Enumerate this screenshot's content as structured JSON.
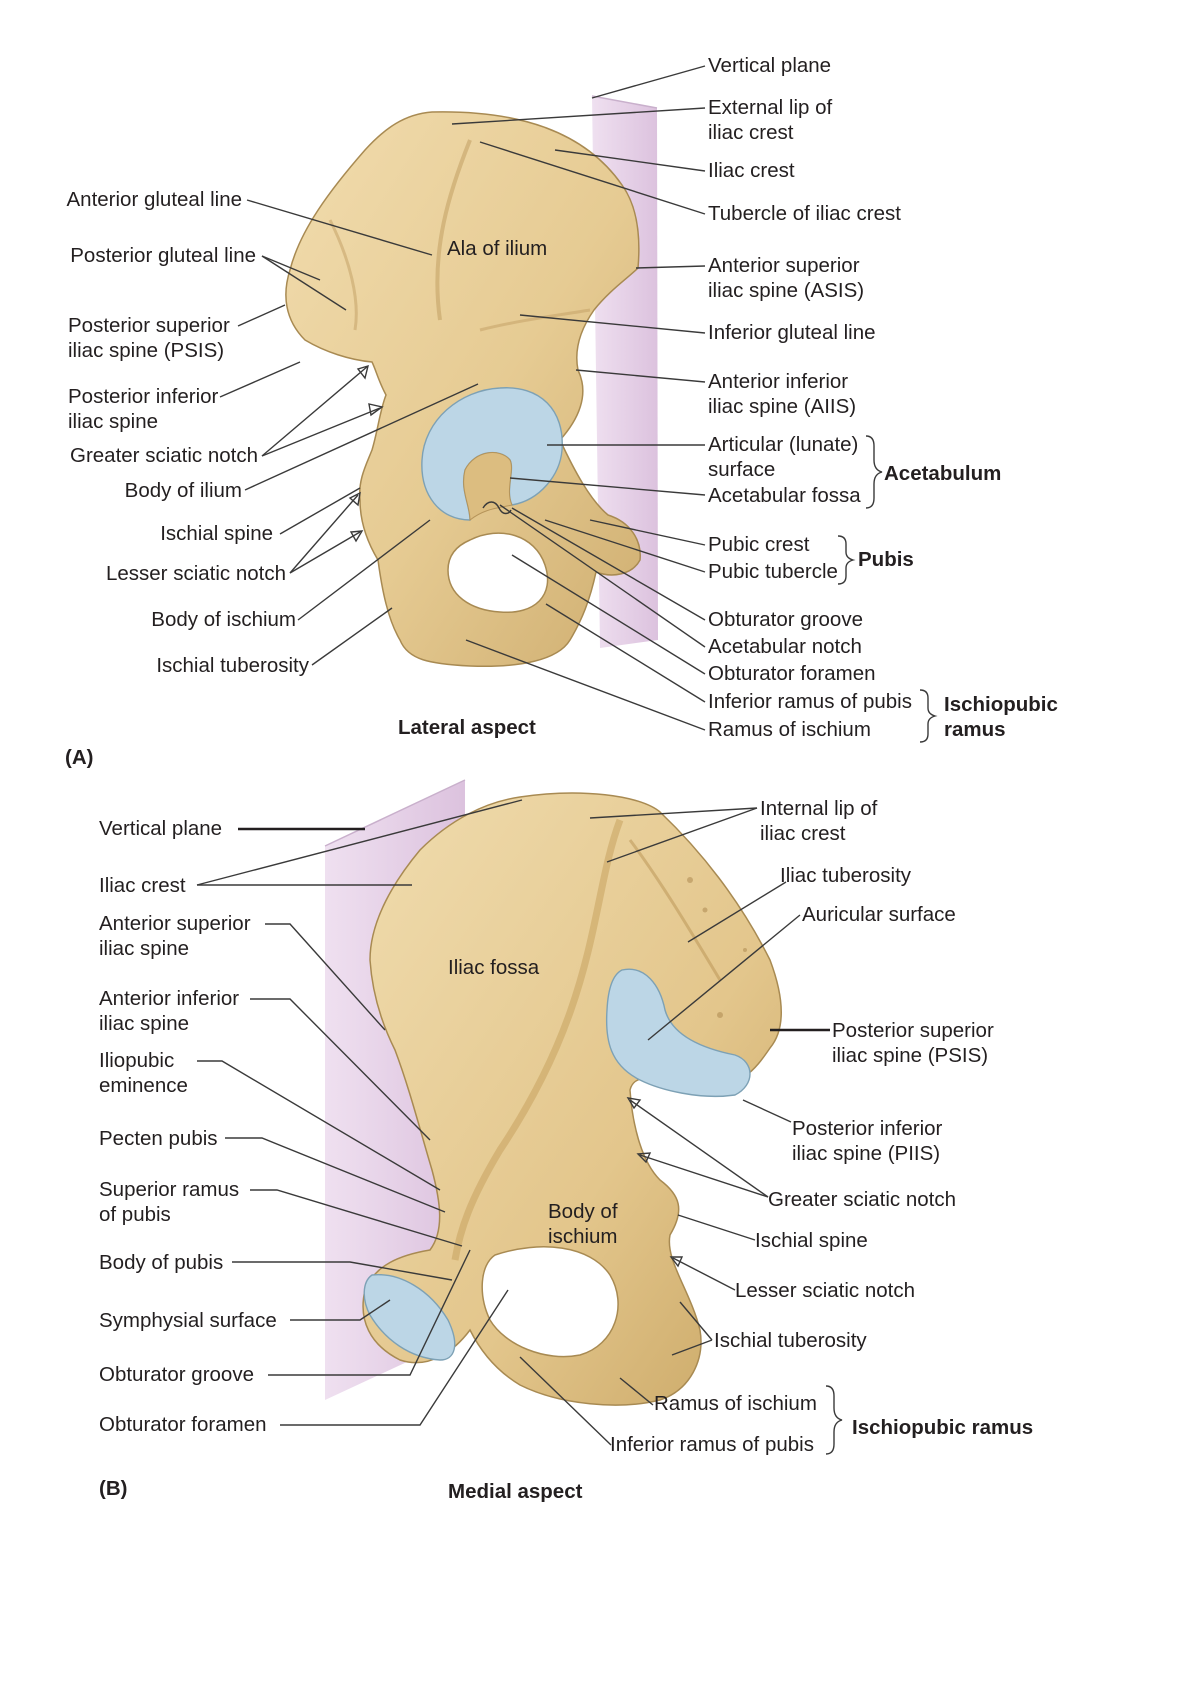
{
  "panel_a": {
    "letter": "(A)",
    "caption": "Lateral aspect",
    "inner_label": "Ala of ilium",
    "left_labels": [
      "Anterior gluteal line",
      "Posterior gluteal line",
      "Posterior superior\niliac spine (PSIS)",
      "Posterior inferior\niliac spine",
      "Greater sciatic notch",
      "Body of ilium",
      "Ischial spine",
      "Lesser sciatic notch",
      "Body of ischium",
      "Ischial tuberosity"
    ],
    "right_labels": [
      "Vertical plane",
      "External lip of\niliac crest",
      "Iliac crest",
      "Tubercle of iliac crest",
      "Anterior superior\niliac spine (ASIS)",
      "Inferior gluteal line",
      "Anterior inferior\niliac spine (AIIS)",
      "Articular (lunate)\nsurface",
      "Acetabular fossa",
      "Pubic crest",
      "Pubic tubercle",
      "Obturator groove",
      "Acetabular notch",
      "Obturator foramen",
      "Inferior ramus of pubis",
      "Ramus of ischium"
    ],
    "groups": [
      "Acetabulum",
      "Pubis",
      "Ischiopubic\nramus"
    ]
  },
  "panel_b": {
    "letter": "(B)",
    "caption": "Medial aspect",
    "inner_labels": [
      "Iliac fossa",
      "Body of\nischium"
    ],
    "left_labels": [
      "Vertical plane",
      "Iliac crest",
      "Anterior superior\niliac spine",
      "Anterior inferior\niliac spine",
      "Iliopubic\neminence",
      "Pecten pubis",
      "Superior ramus\nof pubis",
      "Body of pubis",
      "Symphysial surface",
      "Obturator groove",
      "Obturator foramen"
    ],
    "right_labels": [
      "Internal lip of\niliac crest",
      "Iliac tuberosity",
      "Auricular surface",
      "Posterior superior\niliac spine (PSIS)",
      "Posterior inferior\niliac spine (PIIS)",
      "Greater sciatic notch",
      "Ischial spine",
      "Lesser sciatic notch",
      "Ischial tuberosity",
      "Ramus of ischium",
      "Inferior ramus of pubis"
    ],
    "groups": [
      "Ischiopubic ramus"
    ]
  },
  "colors": {
    "bone": "#e8cf9a",
    "bone_shadow": "#c9a868",
    "bone_outline": "#a88a52",
    "articular_surface": "#bcd6e6",
    "vertical_plane": "#e9d5ea",
    "leader_line": "#3a3a3a",
    "text": "#231f20"
  }
}
